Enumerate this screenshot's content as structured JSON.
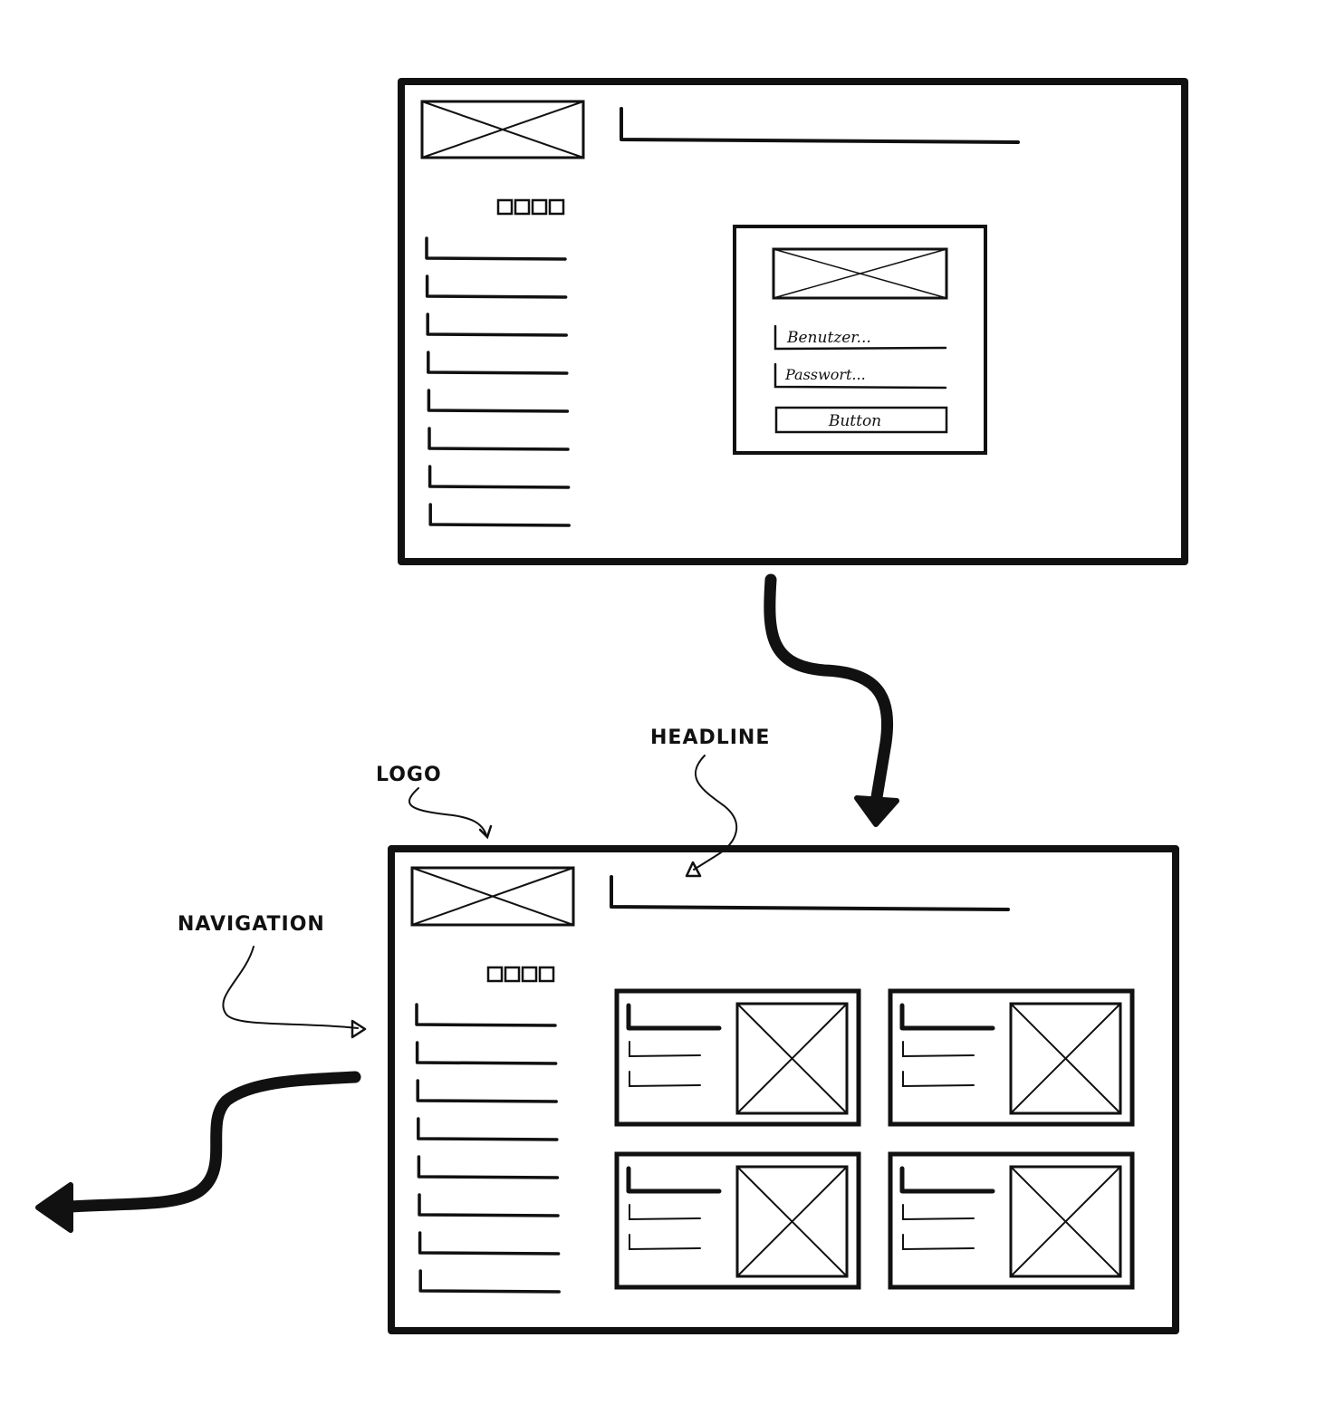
{
  "colors": {
    "ink": "#111111",
    "paper": "#ffffff"
  },
  "login_screen": {
    "pagination_squares": 4,
    "nav_items": 8,
    "form": {
      "image": "placeholder-image",
      "username_placeholder": "Benutzer...",
      "password_placeholder": "Passwort...",
      "button_label": "Button"
    }
  },
  "dashboard_screen": {
    "pagination_squares": 4,
    "nav_items": 8,
    "cards": 4,
    "card_lines": 2
  },
  "annotations": {
    "logo": "LOGO",
    "headline": "HEADLINE",
    "navigation": "NAVIGATION"
  }
}
